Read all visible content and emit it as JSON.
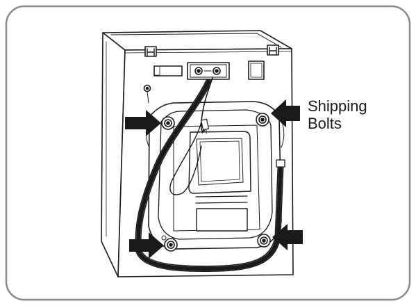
{
  "callout": {
    "line1": "Shipping",
    "line2": "Bolts"
  },
  "colors": {
    "frame_border": "#8a8a8a",
    "frame_fill": "#ffffff",
    "line_art": "#1a1a1a",
    "arrow_fill": "#1a1a1a"
  },
  "icons": [
    "frame",
    "washer-rear-illustration",
    "shipping-bolt-arrow",
    "drain-hose",
    "power-cord"
  ]
}
